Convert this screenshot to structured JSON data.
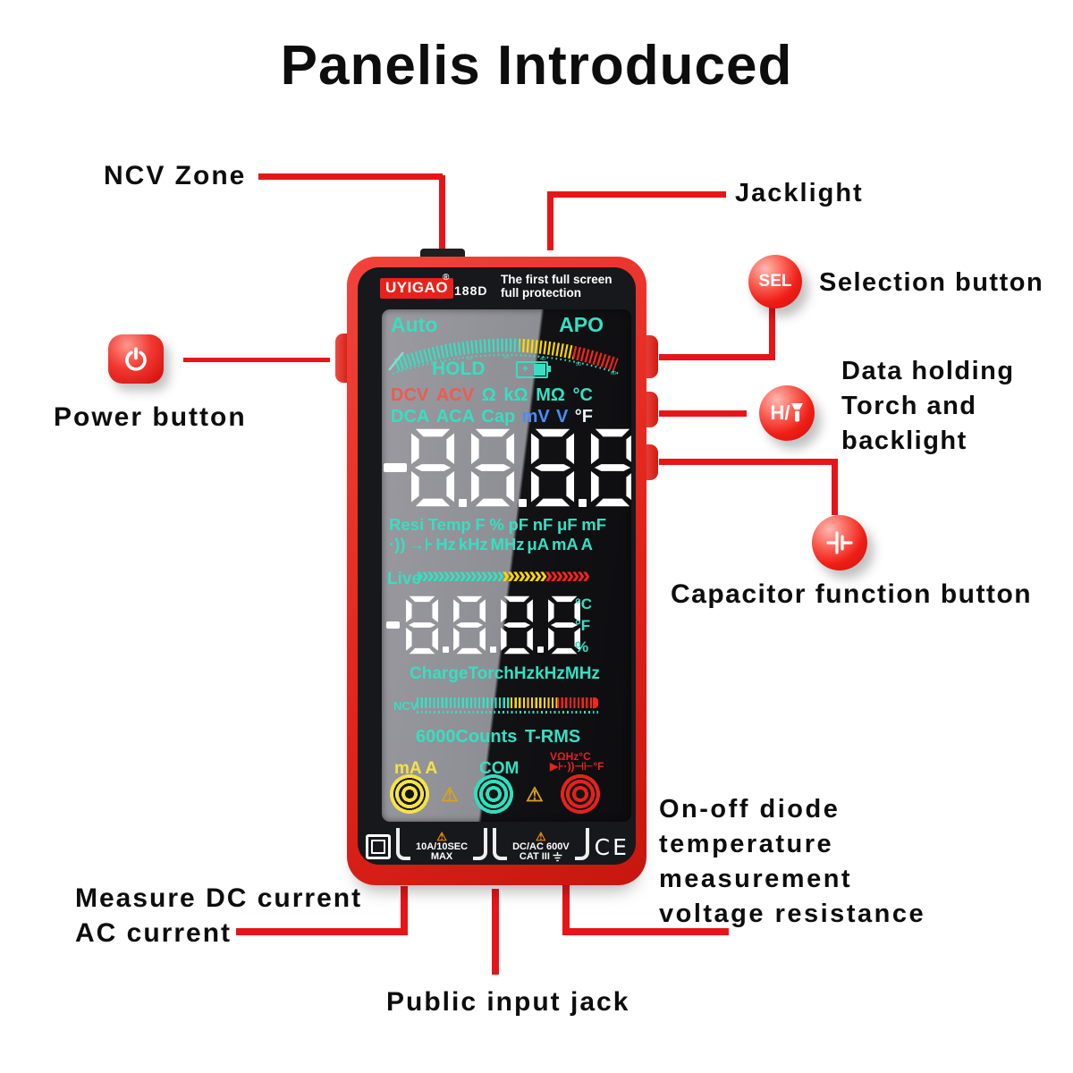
{
  "title": "Panelis Introduced",
  "colors": {
    "accent_red": "#e71518",
    "body_red": "#e2241c",
    "display_teal": "#36dfc2",
    "display_yellow": "#ffd900",
    "display_blue": "#4b8df8",
    "display_alert_red": "#f05a4f"
  },
  "callouts": {
    "ncv_zone": "NCV Zone",
    "jacklight": "Jacklight",
    "selection": "Selection button",
    "sel_label": "SEL",
    "data_holding_1": "Data holding",
    "data_holding_2": "Torch and",
    "data_holding_3": "backlight",
    "hold_label": "H/",
    "capacitor": "Capacitor function button",
    "power": "Power button",
    "measure_1": "Measure DC current",
    "measure_2": "AC current",
    "public_jack": "Public input jack",
    "onoff_1": "On-off diode",
    "onoff_2": "temperature",
    "onoff_3": "measurement",
    "onoff_4": "voltage resistance"
  },
  "device": {
    "brand": "UYIGAO",
    "reg": "®",
    "model": "188D",
    "tagline_1": "The first full screen",
    "tagline_2": "full protection",
    "icons": {
      "warning": "⚠"
    },
    "screen": {
      "auto": "Auto",
      "apo": "APO",
      "hold": "HOLD",
      "dial_scale": [
        "10",
        "20",
        "30",
        "40",
        "50",
        "60"
      ],
      "main_reading": "-8888",
      "secondary_reading": "-8888",
      "row1": [
        "DCV",
        "ACV",
        "Ω",
        "kΩ",
        "MΩ",
        "°C"
      ],
      "row2": [
        "DCA",
        "ACA",
        "Cap",
        "mV",
        "V",
        "°F"
      ],
      "row3": [
        "Resi",
        "Temp",
        "F",
        "%",
        "pF",
        "nF",
        "μF",
        "mF"
      ],
      "sound_icon": "·))",
      "diode_icon": "→⊦",
      "row4": [
        "Hz",
        "kHz",
        "MHz",
        "μA",
        "mA",
        "A"
      ],
      "live": "Live",
      "arrows_1": "»»»»»»»»",
      "arrows_2": "»»»»",
      "arrows_3": "»»»»",
      "side_units": [
        "°C",
        "°F",
        "%"
      ],
      "row5": [
        "Charge",
        "Torch",
        "Hz",
        "kHz",
        "MHz"
      ],
      "ncv": "NCV",
      "counts": "6000Counts",
      "trms": "T-RMS",
      "jack_left": "mA A",
      "jack_center": "COM",
      "jack_right_1": "VΩHz°C",
      "jack_right_2": "▶⊦·))⊣⊢°F"
    },
    "bottom": {
      "rating1_1": "10A/10SEC",
      "rating1_2": "MAX",
      "rating2_1": "DC/AC 600V",
      "rating2_2": "CAT III",
      "ce": "CE"
    }
  }
}
